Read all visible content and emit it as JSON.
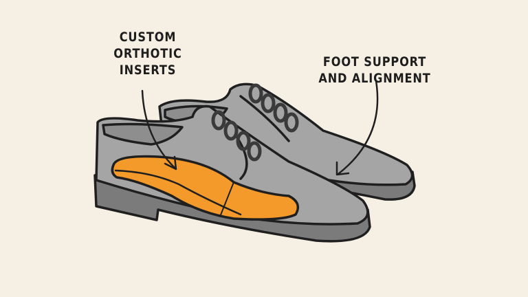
{
  "labels": {
    "insert": [
      "CUSTOM",
      "ORTHOTIC",
      "INSERTS"
    ],
    "support": [
      "FOOT SUPPORT",
      "AND ALIGNMENT"
    ]
  },
  "colors": {
    "background": "#f6efe4",
    "shoe": "#a5a5a5",
    "shoe_inner": "#8e8e8e",
    "sole": "#7b7b7b",
    "insert": "#f39a2b",
    "outline": "#1f1f1f"
  }
}
